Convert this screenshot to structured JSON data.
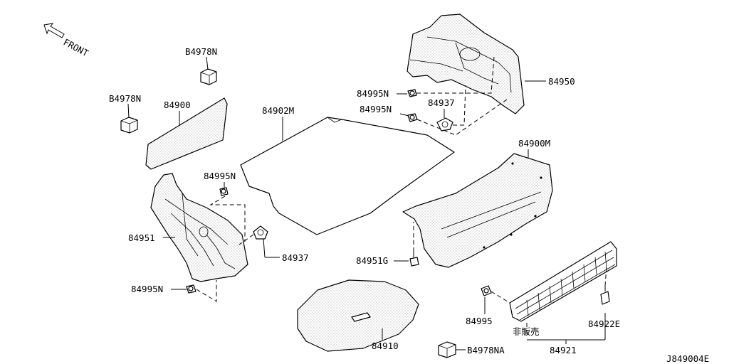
{
  "front_label": "FRONT",
  "diagram_code": "J849004E",
  "not_for_sale": "非販売",
  "callouts": {
    "p84978N_top": "B4978N",
    "p84978N_left": "B4978N",
    "p84900": "84900",
    "p84902M": "84902M",
    "p84995N_a": "84995N",
    "p84995N_b": "84995N",
    "p84995N_c": "84995N",
    "p84995N_d": "84995N",
    "p84937_a": "84937",
    "p84937_b": "84937",
    "p84950": "84950",
    "p84900M": "84900M",
    "p84951": "84951",
    "p84951G": "84951G",
    "p84910": "84910",
    "p84995": "84995",
    "p84922E": "84922E",
    "p84921": "84921",
    "p84978NA": "B4978NA"
  }
}
